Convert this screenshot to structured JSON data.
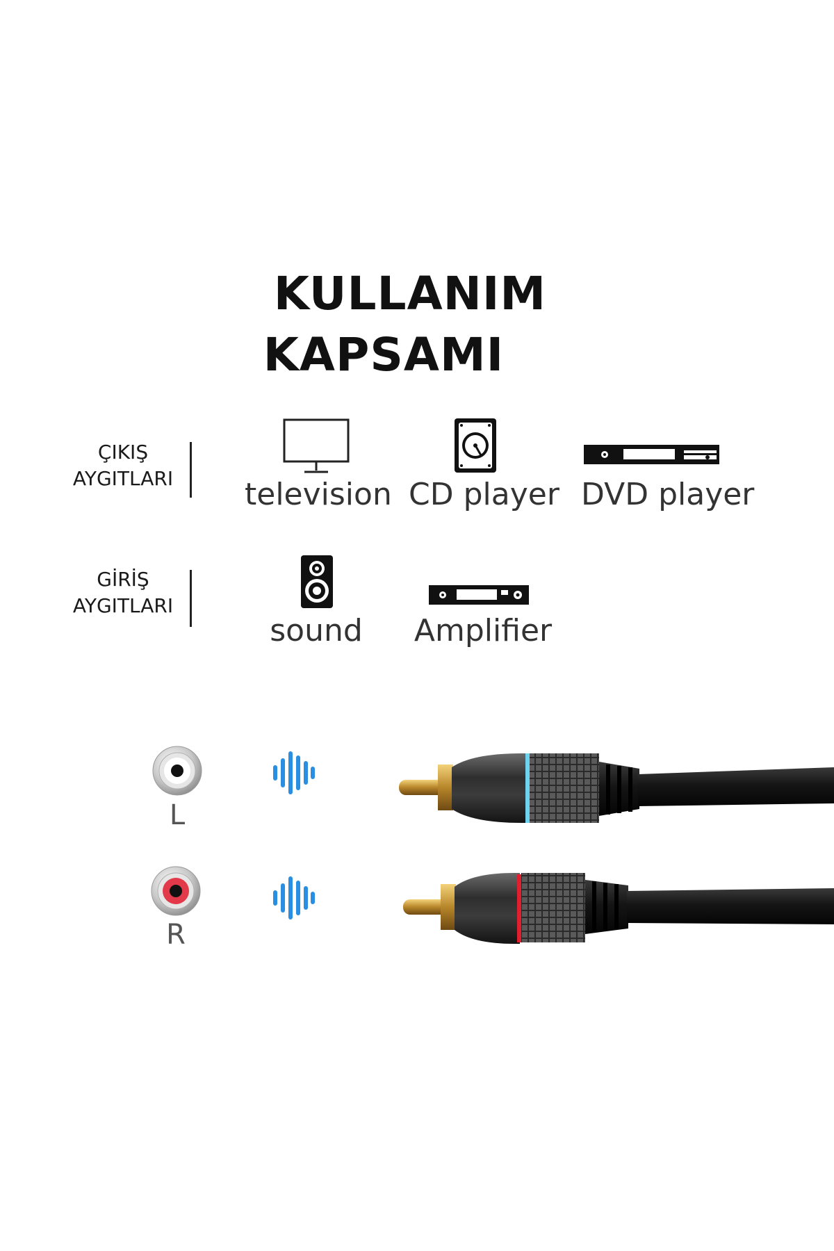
{
  "title": {
    "line1": "KULLANIM",
    "line2": "KAPSAMI"
  },
  "output_devices": {
    "label_line1": "ÇIKIŞ",
    "label_line2": "AYGITLARI",
    "items": [
      {
        "label": "television",
        "icon": "television-icon"
      },
      {
        "label": "CD player",
        "icon": "cd-player-icon"
      },
      {
        "label": "DVD player",
        "icon": "dvd-player-icon"
      }
    ]
  },
  "input_devices": {
    "label_line1": "GİRİŞ",
    "label_line2": "AYGITLARI",
    "items": [
      {
        "label": "sound",
        "icon": "speaker-icon"
      },
      {
        "label": "Amplifier",
        "icon": "amplifier-icon"
      }
    ]
  },
  "channels": [
    {
      "label": "L",
      "ring_color": "#ffffff",
      "band_color": "#6fd3ef"
    },
    {
      "label": "R",
      "ring_color": "#e23a4a",
      "band_color": "#e0202e"
    }
  ],
  "colors": {
    "wave": "#2a8fe0"
  }
}
